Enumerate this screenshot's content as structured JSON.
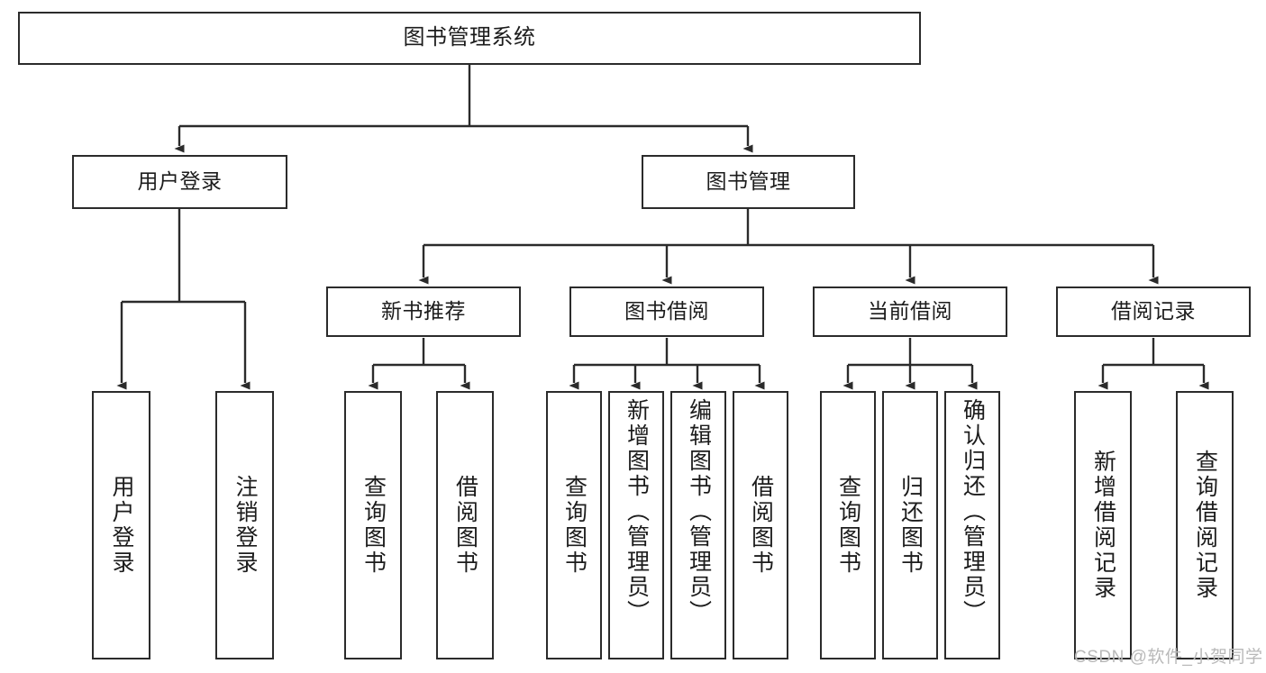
{
  "diagram": {
    "type": "tree",
    "title": "图书管理系统",
    "root": {
      "id": "root",
      "label": "图书管理系统"
    },
    "level1": [
      {
        "id": "user-login",
        "label": "用户登录"
      },
      {
        "id": "book-manage",
        "label": "图书管理"
      }
    ],
    "level2": [
      {
        "id": "new-book-rec",
        "label": "新书推荐",
        "parent": "book-manage"
      },
      {
        "id": "book-borrow",
        "label": "图书借阅",
        "parent": "book-manage"
      },
      {
        "id": "current-borrow",
        "label": "当前借阅",
        "parent": "book-manage"
      },
      {
        "id": "borrow-record",
        "label": "借阅记录",
        "parent": "book-manage"
      }
    ],
    "leaves": [
      {
        "id": "leaf-user-login",
        "label": "用户登录",
        "parent": "user-login"
      },
      {
        "id": "leaf-logout",
        "label": "注销登录",
        "parent": "user-login"
      },
      {
        "id": "leaf-query-book-1",
        "label": "查询图书",
        "parent": "new-book-rec"
      },
      {
        "id": "leaf-borrow-book-1",
        "label": "借阅图书",
        "parent": "new-book-rec"
      },
      {
        "id": "leaf-query-book-2",
        "label": "查询图书",
        "parent": "book-borrow"
      },
      {
        "id": "leaf-add-book",
        "label": "新增图书（管理员）",
        "parent": "book-borrow"
      },
      {
        "id": "leaf-edit-book",
        "label": "编辑图书（管理员）",
        "parent": "book-borrow"
      },
      {
        "id": "leaf-borrow-book-2",
        "label": "借阅图书",
        "parent": "book-borrow"
      },
      {
        "id": "leaf-query-book-3",
        "label": "查询图书",
        "parent": "current-borrow"
      },
      {
        "id": "leaf-return-book",
        "label": "归还图书",
        "parent": "current-borrow"
      },
      {
        "id": "leaf-confirm-return",
        "label": "确认归还（管理员）",
        "parent": "current-borrow"
      },
      {
        "id": "leaf-add-record",
        "label": "新增借阅记录",
        "parent": "borrow-record"
      },
      {
        "id": "leaf-query-record",
        "label": "查询借阅记录",
        "parent": "borrow-record"
      }
    ],
    "colors": {
      "stroke": "#2b2b2b",
      "fill": "#ffffff",
      "text": "#1c1c1c",
      "watermark": "#b9b9b9"
    }
  },
  "watermark": {
    "text": "CSDN @软件_小贺同学"
  }
}
